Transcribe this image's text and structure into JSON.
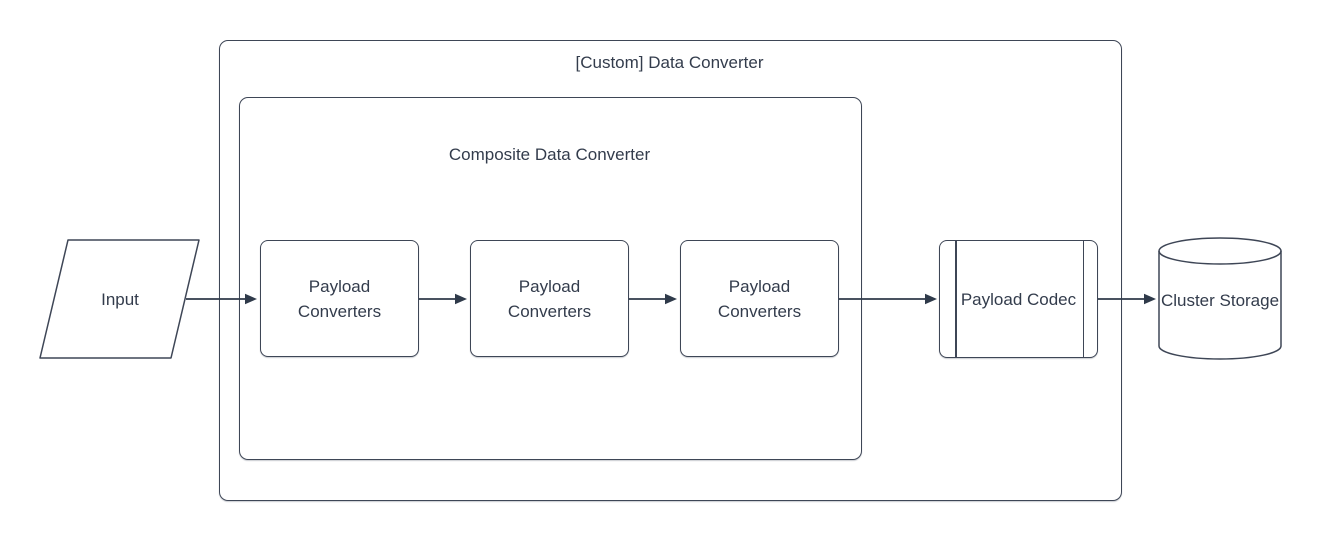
{
  "diagram": {
    "outer_container": {
      "title": "[Custom] Data Converter"
    },
    "inner_container": {
      "title": "Composite Data Converter"
    },
    "nodes": {
      "input": {
        "label": "Input",
        "shape": "parallelogram"
      },
      "converter1": {
        "label": "Payload Converters",
        "shape": "rounded-rectangle"
      },
      "converter2": {
        "label": "Payload Converters",
        "shape": "rounded-rectangle"
      },
      "converter3": {
        "label": "Payload Converters",
        "shape": "rounded-rectangle"
      },
      "codec": {
        "label": "Payload Codec",
        "shape": "predefined-process"
      },
      "storage": {
        "label": "Cluster Storage",
        "shape": "cylinder"
      }
    },
    "edges": [
      {
        "from": "input",
        "to": "converter1"
      },
      {
        "from": "converter1",
        "to": "converter2"
      },
      {
        "from": "converter2",
        "to": "converter3"
      },
      {
        "from": "converter3",
        "to": "codec"
      },
      {
        "from": "codec",
        "to": "storage"
      }
    ],
    "colors": {
      "stroke": "#3e4656",
      "text": "#333c4c",
      "background": "#ffffff"
    }
  }
}
